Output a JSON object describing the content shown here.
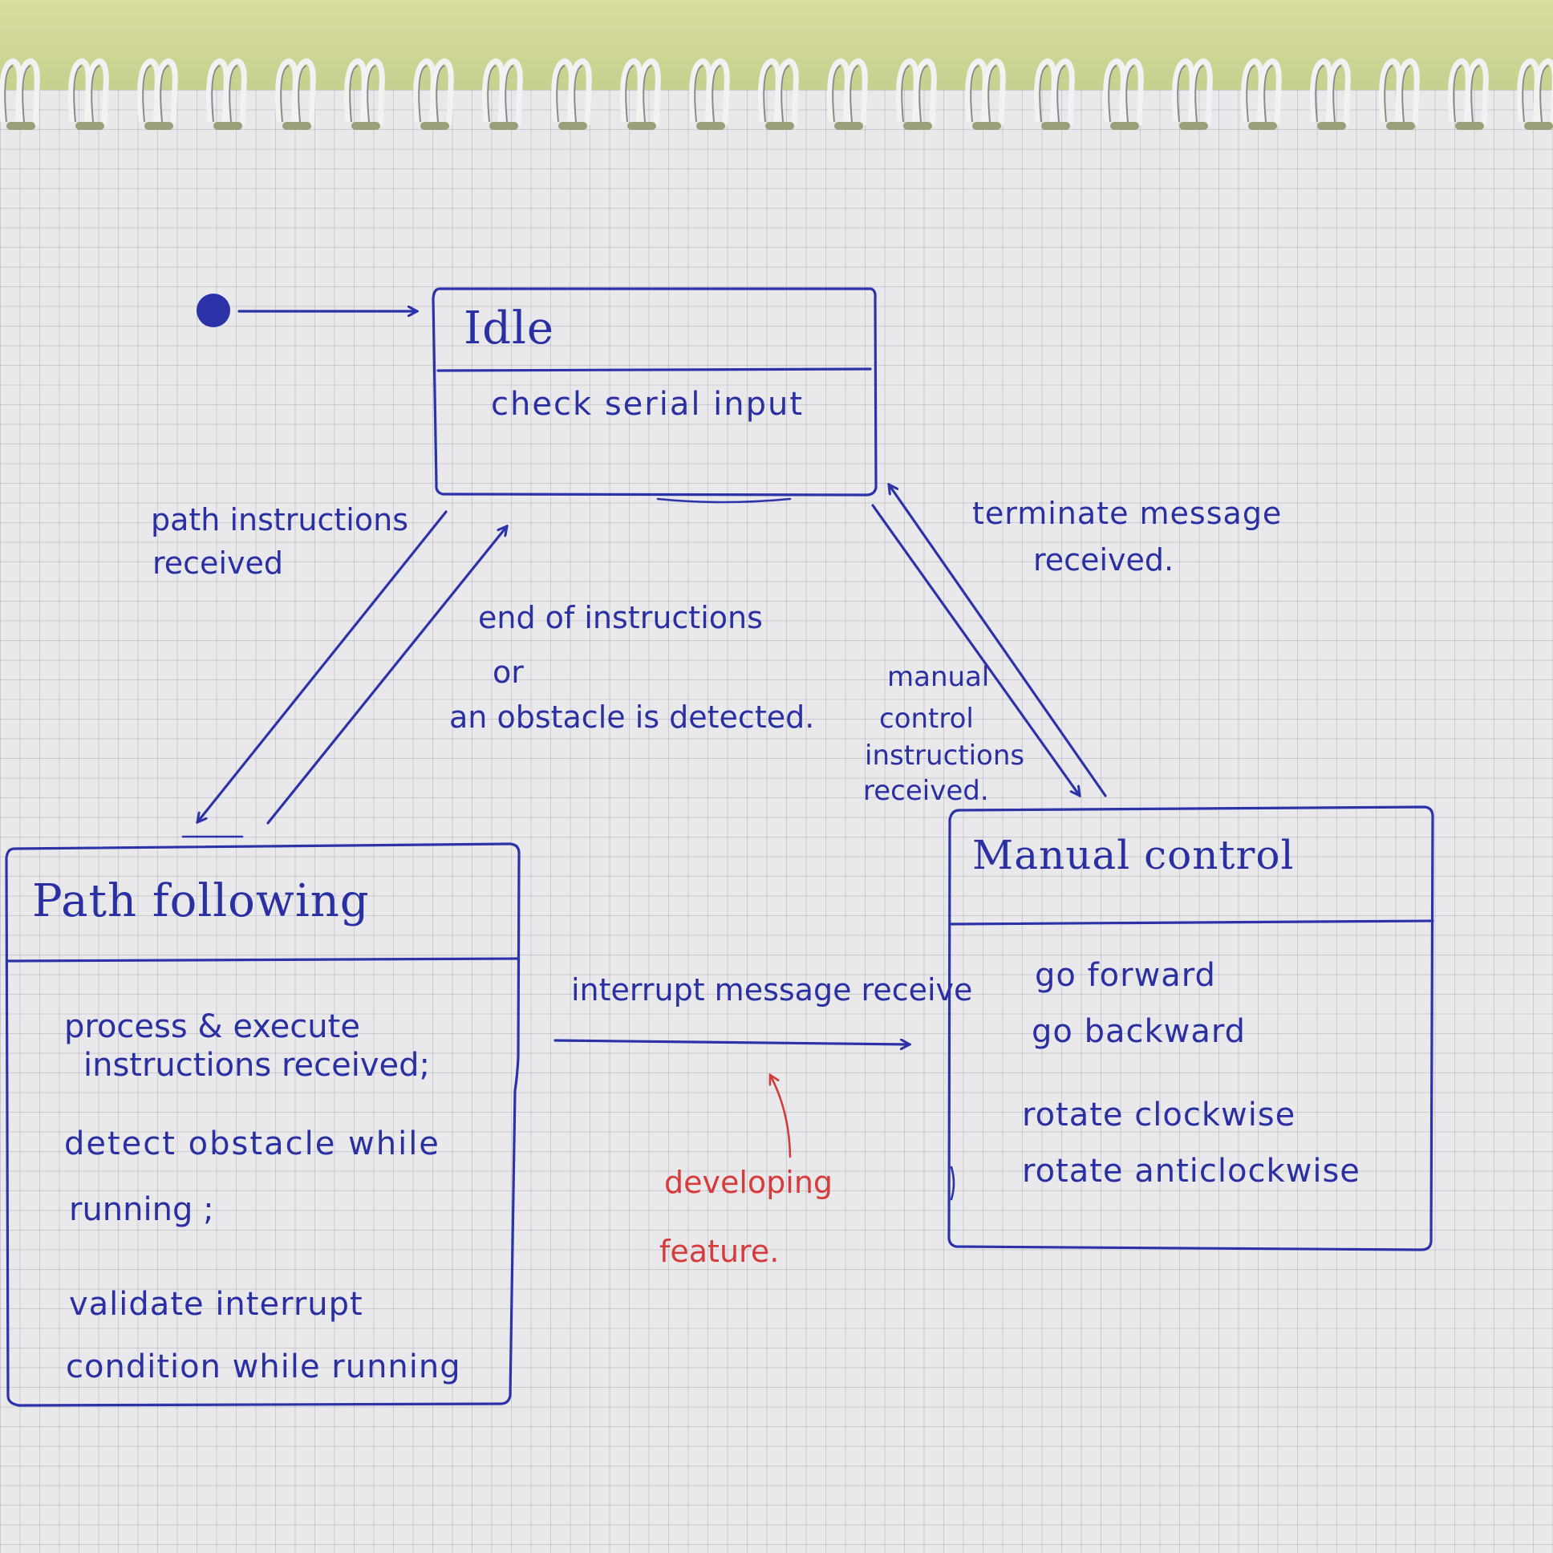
{
  "states": {
    "idle": {
      "name": "Idle",
      "activities": [
        "check serial input"
      ]
    },
    "path_following": {
      "name": "Path following",
      "activities": [
        "process & execute",
        "instructions received;",
        "detect obstacle while",
        "running ;",
        "validate interrupt",
        "condition while running"
      ]
    },
    "manual_control": {
      "name": "Manual control",
      "activities": [
        "go forward",
        "go backward",
        "rotate clockwise",
        "rotate anticlockwise"
      ]
    }
  },
  "transitions": {
    "path_instructions": [
      "path instructions",
      "received"
    ],
    "end_of_instructions": [
      "end of instructions",
      "or",
      "an obstacle is detected."
    ],
    "manual_instructions": [
      "manual",
      "control",
      "instructions",
      "received."
    ],
    "terminate": [
      "terminate message",
      "received."
    ],
    "interrupt": [
      "interrupt message receive"
    ]
  },
  "note": [
    "developing",
    "feature."
  ],
  "colors": {
    "ink": "#2c33a8",
    "note_ink": "#d63c3c",
    "paper": "#e9e9ec",
    "grid": "#a7a7b8"
  }
}
